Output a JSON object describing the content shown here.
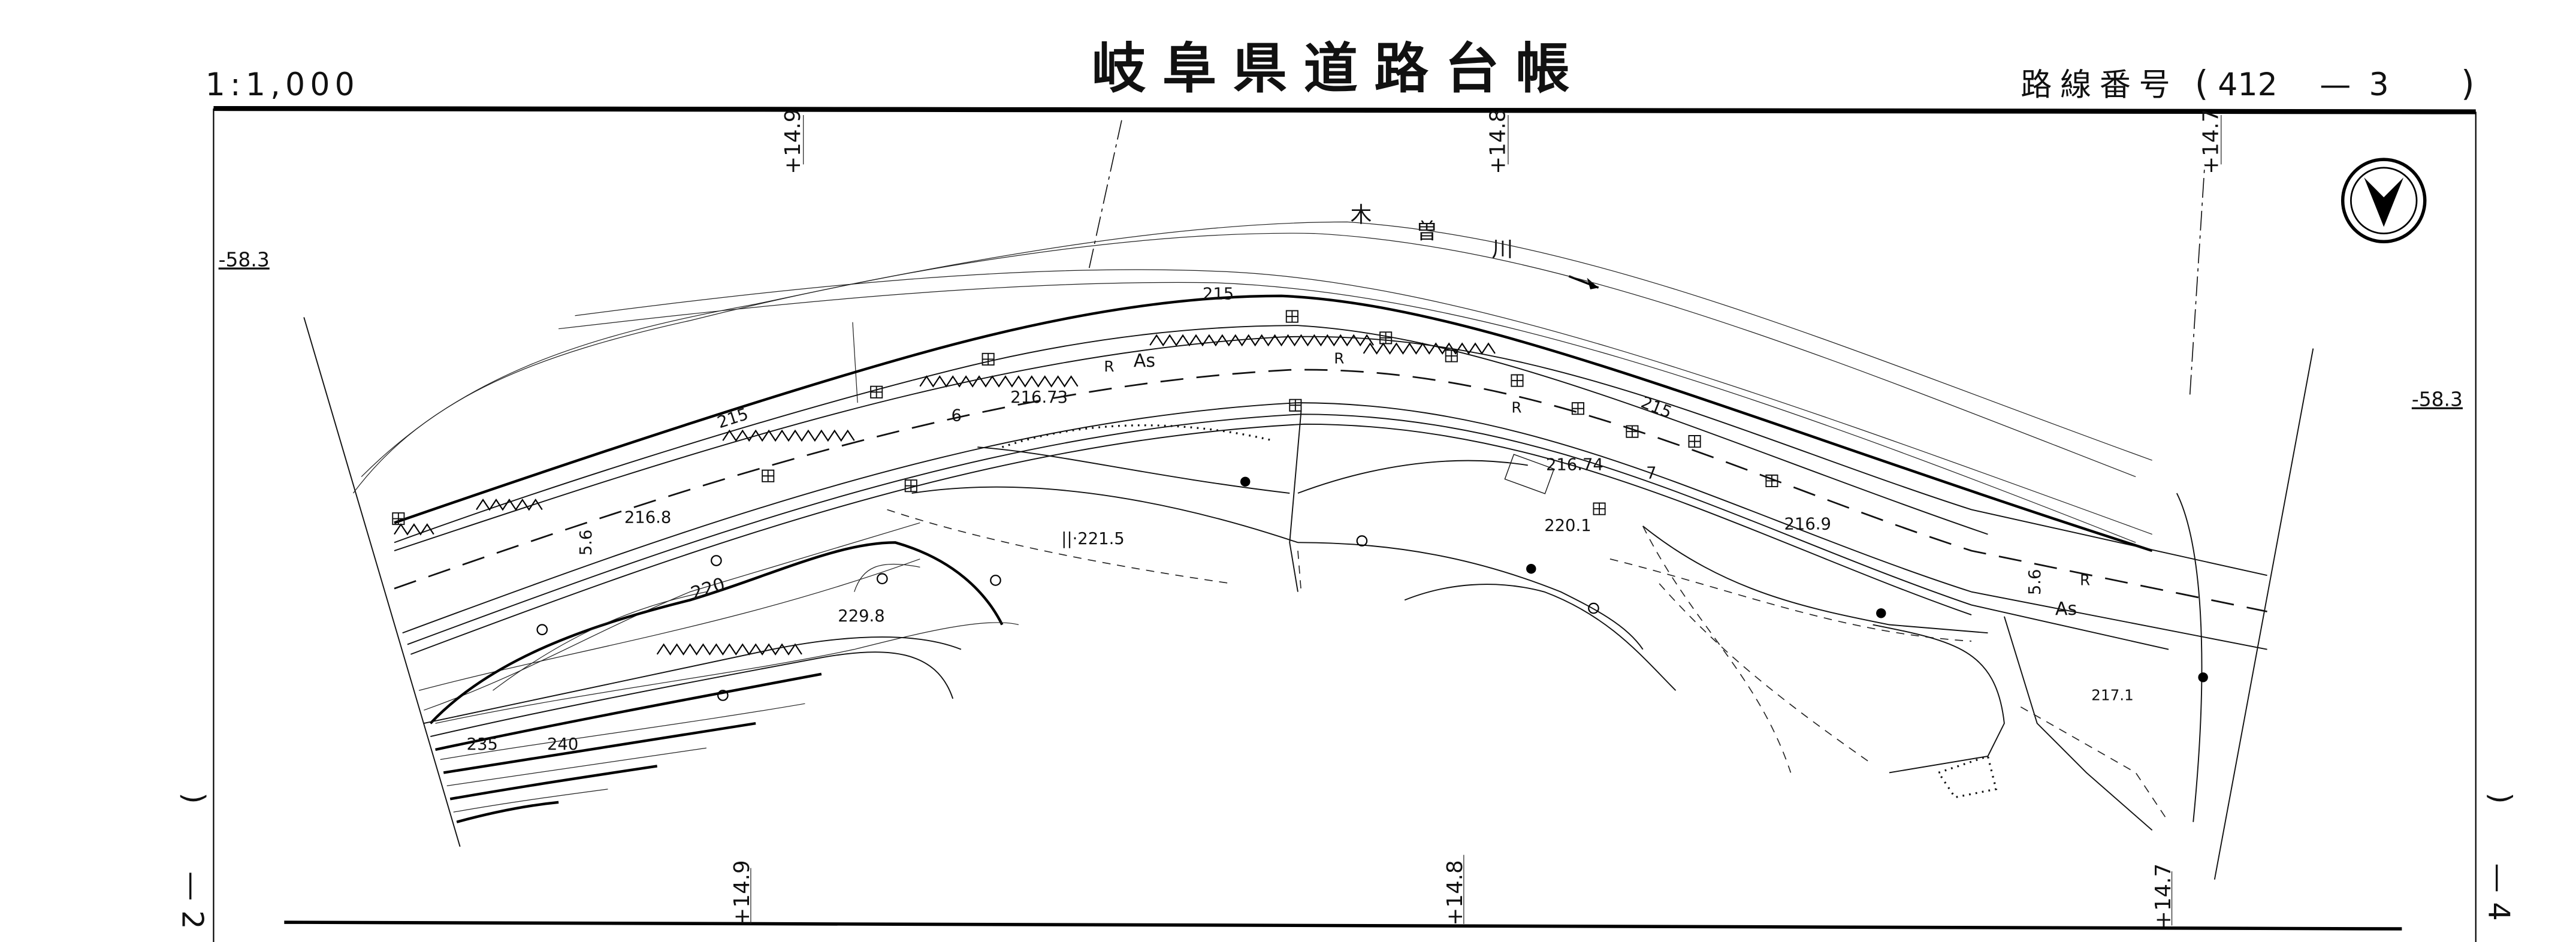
{
  "header": {
    "scale": "1:1,000",
    "title": "岐阜県道路台帳",
    "route_label": "路線番号",
    "route_open": "(",
    "route_number": "412",
    "route_dash": "—",
    "route_section": "3",
    "route_close": ")"
  },
  "stations_top": [
    "+14.9",
    "+14.8",
    "+14.7"
  ],
  "stations_bottom": [
    "+14.9",
    "+14.8",
    "+14.7"
  ],
  "offsets": {
    "left": "-58.3",
    "right": "-58.3"
  },
  "river": {
    "chars": [
      "木",
      "曽",
      "川"
    ]
  },
  "side_labels": {
    "left_paren": ")",
    "left_sheet": "— 2",
    "right_paren": ")",
    "right_sheet": "— 4"
  },
  "contour_labels": {
    "c215_a": "215",
    "c215_b": "215",
    "c215_c": "215",
    "c220": "220",
    "c235": "235",
    "c240": "240"
  },
  "elevations": {
    "e21673": "216.73",
    "e21674": "216.74",
    "e2168": "216.8",
    "e2169": "216.9",
    "e2201": "220.1",
    "e2215": "||·221.5",
    "e2298": "229.8",
    "e2171": "217.1"
  },
  "road_marks": {
    "surface_a": "As",
    "surface_b": "As",
    "width_a": "6",
    "width_b": "7",
    "shoulder_a": "5.6",
    "shoulder_b": "5.6",
    "r1": "R",
    "r2": "R",
    "r3": "R",
    "r4": "R"
  }
}
